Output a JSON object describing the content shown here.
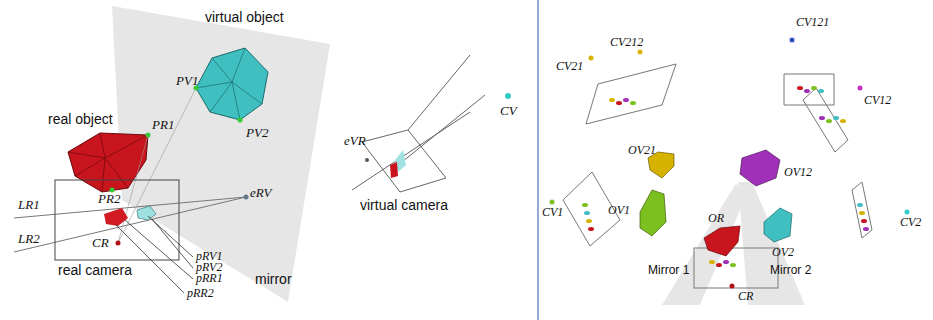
{
  "diagram": {
    "labels": [
      "virtual object",
      "real object",
      "PV1",
      "PR1",
      "PV2",
      "PR2",
      "LR1",
      "LR2",
      "eRV",
      "CR",
      "real camera",
      "pRV1",
      "pRV2",
      "pRR1",
      "pRR2",
      "mirror",
      "eVR",
      "virtual camera",
      "CV",
      "CV212",
      "CV21",
      "CV121",
      "CV12",
      "OV21",
      "OV12",
      "OV1",
      "OV2",
      "OR",
      "CV1",
      "CV2",
      "Mirror 1",
      "Mirror 2",
      "CR"
    ]
  }
}
